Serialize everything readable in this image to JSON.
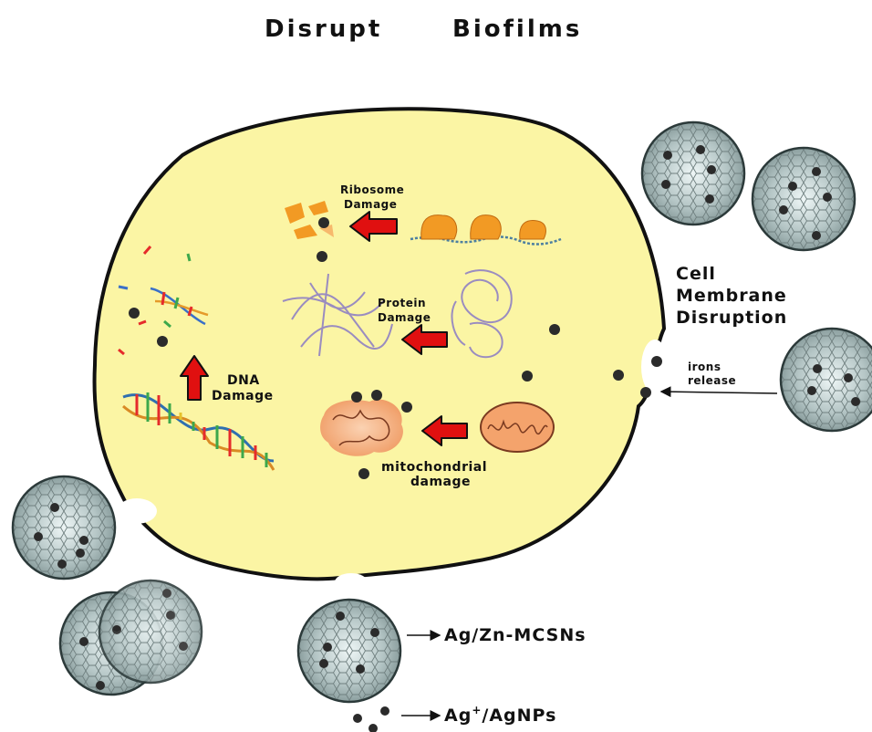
{
  "title": {
    "word1": "Disrupt",
    "word2": "Biofilms"
  },
  "labels": {
    "ribosome": [
      "Ribosome",
      "Damage"
    ],
    "protein": [
      "Protein",
      "Damage"
    ],
    "dna": [
      "DNA",
      "Damage"
    ],
    "mito": [
      "mitochondrial",
      "damage"
    ],
    "membrane": [
      "Cell",
      "Membrane",
      "Disruption"
    ],
    "irons": [
      "irons",
      "release"
    ]
  },
  "legend": {
    "mcsn": "Ag/Zn-MCSNs",
    "agnp_prefix": "Ag",
    "agnp_sup": "+",
    "agnp_suffix": "/AgNPs"
  },
  "colors": {
    "cytoplasm": "#fbf5a4",
    "membrane": "#111111",
    "arrow": "#e01010",
    "nanoparticle": "#b9c8c8",
    "ribosome": "#f29a24",
    "mitochondrion": "#f4a36c",
    "protein": "#9a8cc0"
  }
}
